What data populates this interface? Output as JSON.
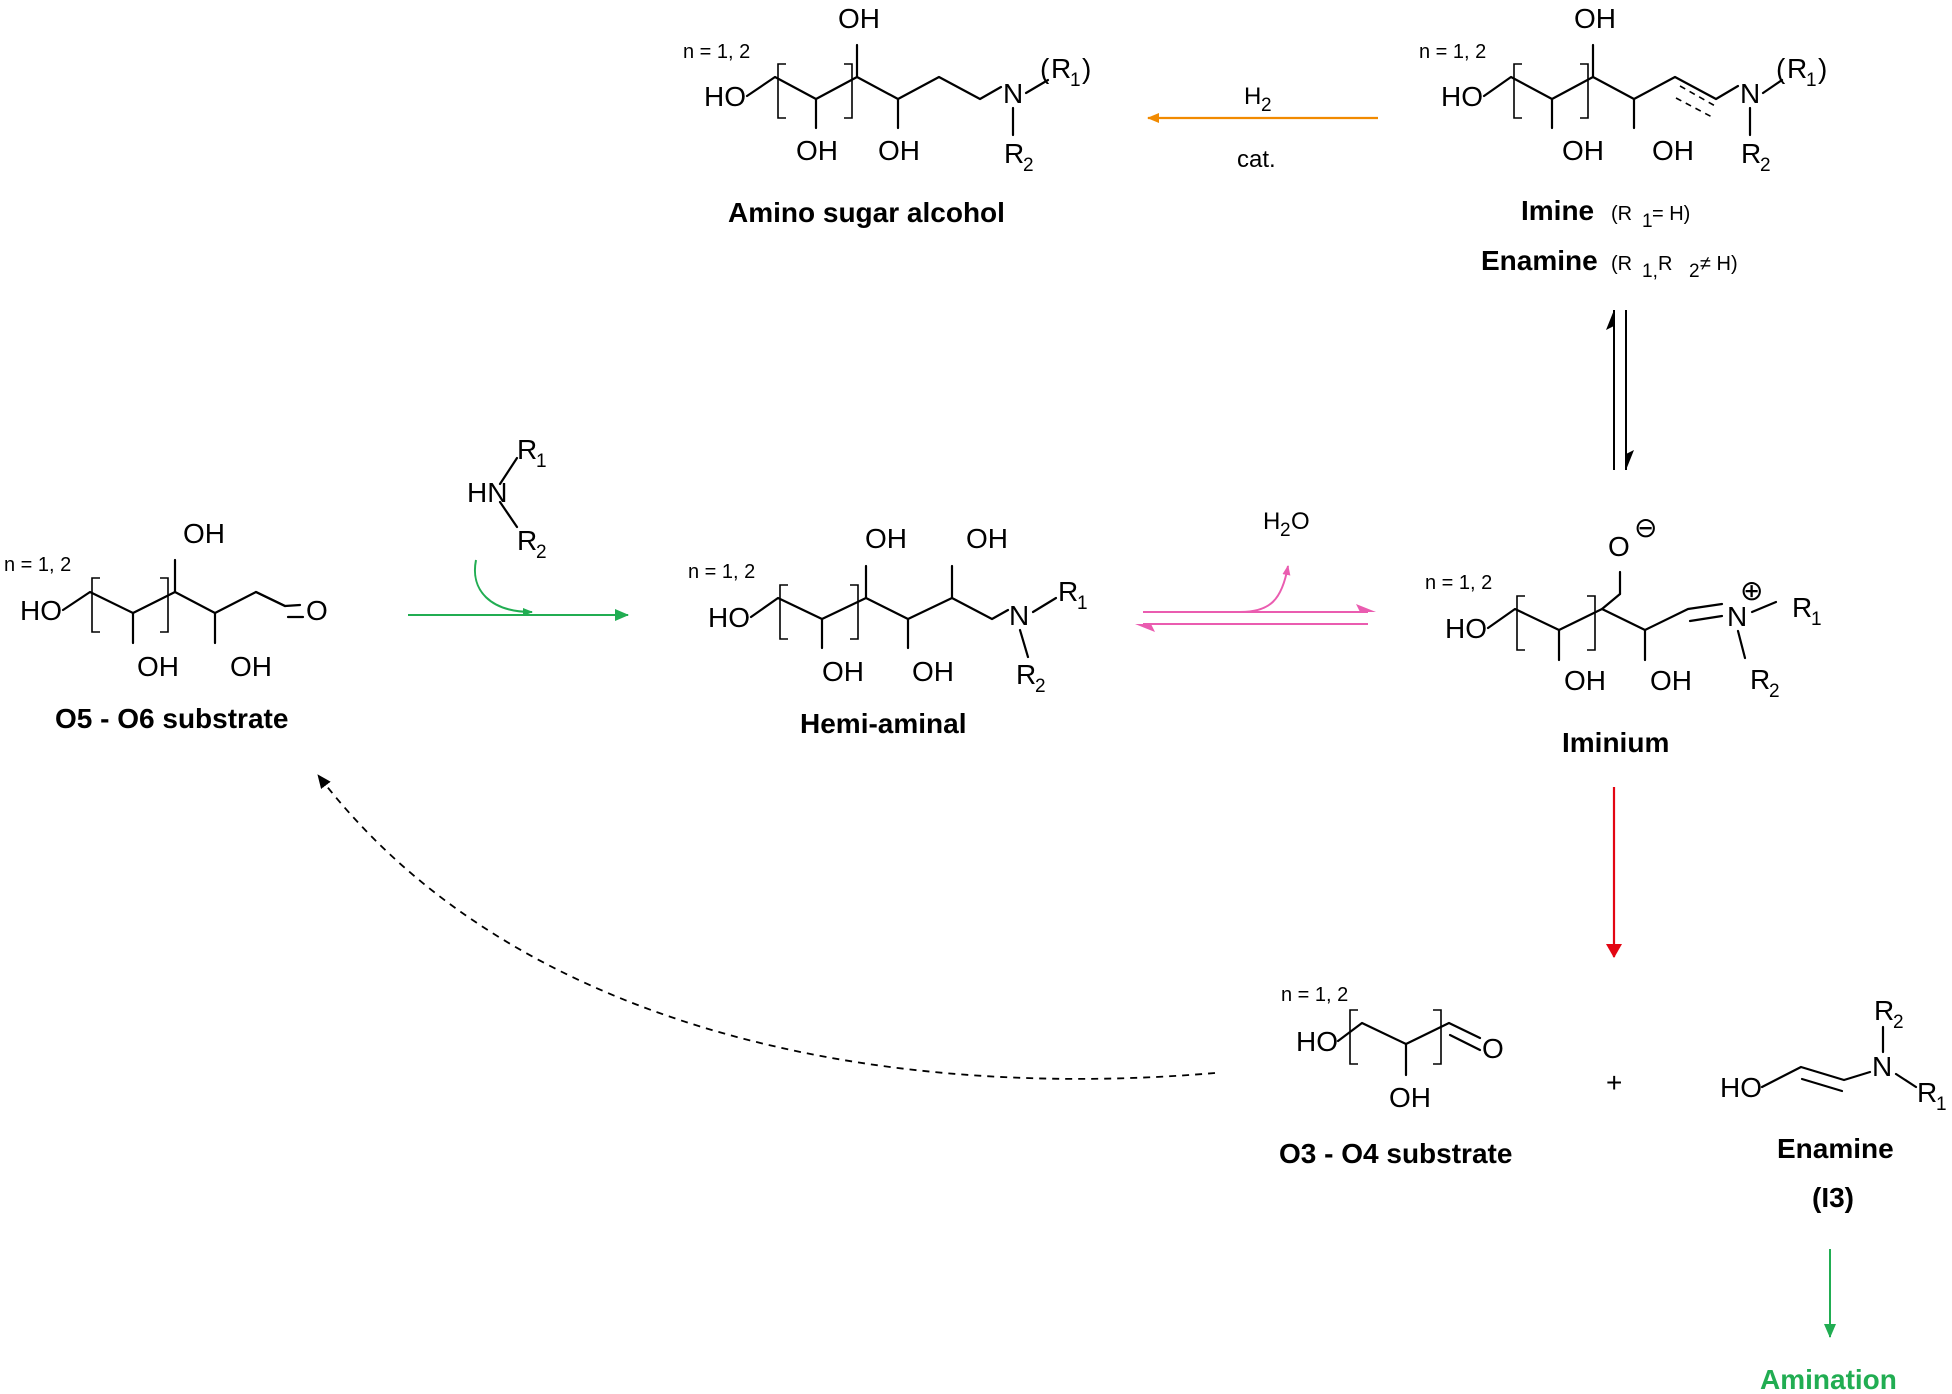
{
  "colors": {
    "orange": "#f18a00",
    "green": "#21ad52",
    "pink": "#ea5cb0",
    "red": "#e30613",
    "black": "#000000"
  },
  "common": {
    "n_range": "n = 1, 2",
    "HO": "HO",
    "OH": "OH",
    "N": "N",
    "HN": "HN",
    "O": "O",
    "R": "R",
    "one": "1",
    "two": "2",
    "paren_open": "(",
    "paren_close": ")",
    "minus": "⊖",
    "plus_circle": "⊕",
    "plus": "+"
  },
  "molecules": {
    "amino_sugar_alcohol": {
      "label": "Amino sugar alcohol"
    },
    "imine_enamine": {
      "imine_label": "Imine",
      "imine_condition": [
        "(R",
        "1",
        " = H)"
      ],
      "enamine_label": "Enamine",
      "enamine_condition": [
        "(R",
        "1,",
        " R",
        "2",
        " ≠ H)"
      ]
    },
    "o5_o6": {
      "label": "O5 - O6 substrate"
    },
    "hemi_aminal": {
      "label": "Hemi-aminal"
    },
    "iminium": {
      "label": "Iminium"
    },
    "o3_o4": {
      "label": "O3 - O4 substrate"
    },
    "enamine_i3": {
      "label": "Enamine",
      "id": "(I3)"
    }
  },
  "reactions": {
    "hydrogenation": {
      "reagent": "H",
      "reagent_sub": "2",
      "catalyst": "cat."
    },
    "water_loss": {
      "product": "H",
      "product_sub": "2",
      "product_tail": "O"
    },
    "amination": {
      "label": "Amination"
    }
  }
}
